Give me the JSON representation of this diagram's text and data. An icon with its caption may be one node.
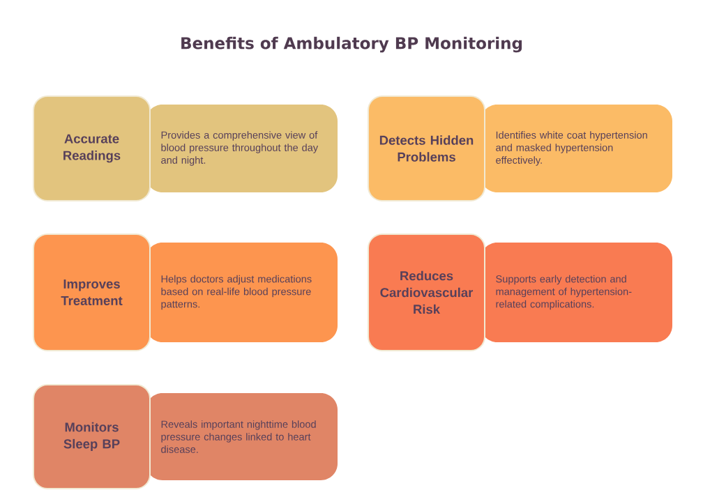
{
  "diagram": {
    "title": "Benefits of Ambulatory BP Monitoring",
    "nodes": [
      {
        "text": [
          "Accurate Readings"
        ]
      },
      {
        "text": [
          "Provides a comprehensive view of blood pressure throughout the day and night."
        ]
      },
      {
        "text": [
          "Detects Hidden Problems"
        ]
      },
      {
        "text": [
          "Identifies white coat hypertension and masked hypertension effectively."
        ]
      },
      {
        "text": [
          "Improves Treatment"
        ]
      },
      {
        "text": [
          "Helps doctors adjust medications based on real-life blood pressure patterns."
        ]
      },
      {
        "text": [
          "Reduces Cardiovascular Risk"
        ]
      },
      {
        "text": [
          "Supports early detection and management of hypertension-related complications."
        ]
      },
      {
        "text": [
          "Monitors Sleep BP"
        ]
      },
      {
        "text": [
          "Reveals important nighttime blood pressure changes linked to heart disease."
        ]
      }
    ]
  }
}
